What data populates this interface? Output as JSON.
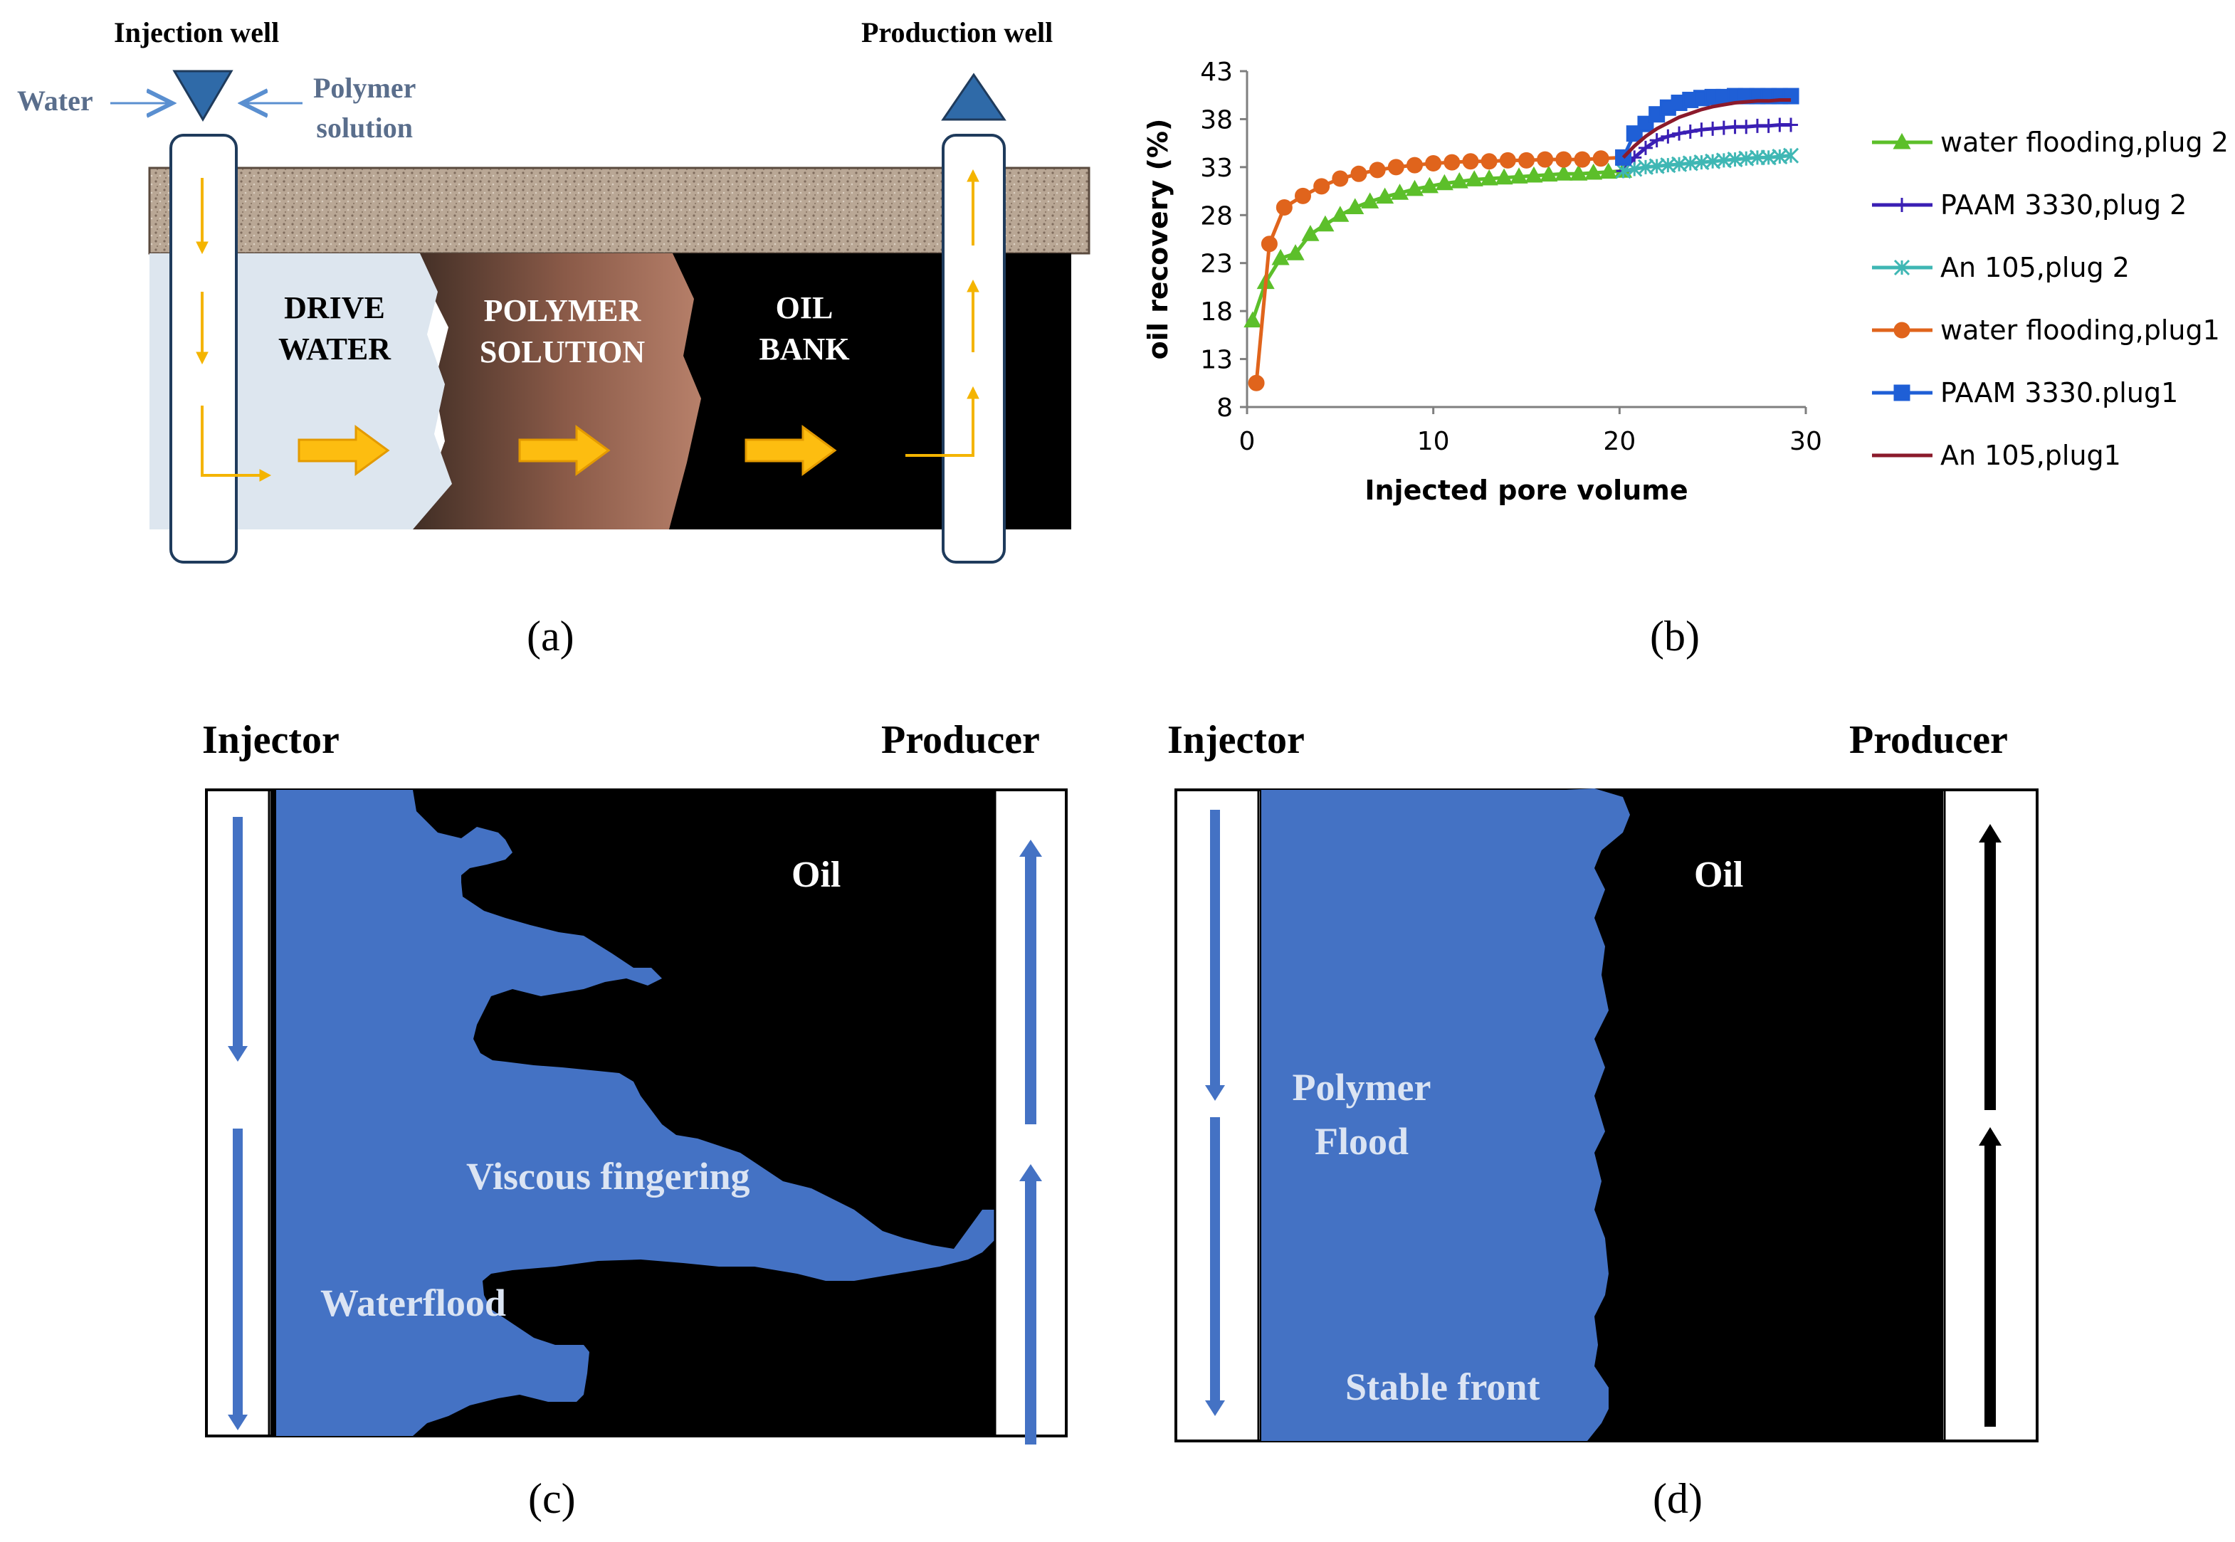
{
  "panel_a": {
    "injection_well": "Injection well",
    "production_well": "Production well",
    "water": "Water",
    "polymer_solution": "Polymer\nsolution",
    "zones": [
      "DRIVE\nWATER",
      "POLYMER\nSOLUTION",
      "OIL\nBANK"
    ],
    "caption": "(a)"
  },
  "panel_b": {
    "caption": "(b)",
    "colors": {
      "water_flooding_plug2": "#5cbf2a",
      "paam_plug2": "#3a1fb4",
      "an105_plug2": "#3fb7b4",
      "water_flooding_plug1": "#e0641c",
      "paam_plug1": "#1f5fd6",
      "an105_plug1": "#8b1a2b"
    }
  },
  "chart_data": {
    "type": "line",
    "xlabel": "Injected pore volume",
    "ylabel": "oil recovery (%)",
    "xlim": [
      0,
      30
    ],
    "ylim": [
      8,
      43
    ],
    "xticks": [
      0,
      10,
      20,
      30
    ],
    "yticks": [
      8,
      13,
      18,
      23,
      28,
      33,
      38,
      43
    ],
    "legend_position": "right",
    "series": [
      {
        "name": "water flooding,plug 2",
        "color": "#5cbf2a",
        "marker": "triangle",
        "x": [
          0.3,
          1.0,
          1.8,
          2.6,
          3.4,
          4.2,
          5.0,
          5.8,
          6.6,
          7.4,
          8.2,
          9.0,
          9.8,
          10.6,
          11.4,
          12.2,
          13.0,
          13.8,
          14.6,
          15.4,
          16.2,
          17.0,
          17.8,
          18.6,
          19.4,
          20.2
        ],
        "y": [
          17.0,
          21.0,
          23.5,
          24.0,
          26.0,
          27.0,
          28.0,
          28.8,
          29.4,
          29.9,
          30.3,
          30.7,
          31.0,
          31.3,
          31.5,
          31.7,
          31.8,
          31.9,
          32.0,
          32.1,
          32.2,
          32.3,
          32.3,
          32.4,
          32.5,
          32.6
        ]
      },
      {
        "name": "PAAM 3330,plug 2",
        "color": "#3a1fb4",
        "marker": "plus",
        "x": [
          20.2,
          20.8,
          21.4,
          22.0,
          22.6,
          23.2,
          23.8,
          24.4,
          25.0,
          25.6,
          26.2,
          26.8,
          27.4,
          28.0,
          28.6,
          29.2
        ],
        "y": [
          32.6,
          34.0,
          35.0,
          35.8,
          36.2,
          36.5,
          36.7,
          36.9,
          37.0,
          37.1,
          37.2,
          37.2,
          37.3,
          37.3,
          37.4,
          37.4
        ]
      },
      {
        "name": "An 105,plug 2",
        "color": "#3fb7b4",
        "marker": "star",
        "x": [
          20.2,
          20.8,
          21.4,
          22.0,
          22.6,
          23.2,
          23.8,
          24.4,
          25.0,
          25.6,
          26.2,
          26.8,
          27.4,
          28.0,
          28.6,
          29.2
        ],
        "y": [
          32.6,
          32.8,
          33.0,
          33.1,
          33.2,
          33.3,
          33.4,
          33.5,
          33.6,
          33.7,
          33.8,
          33.9,
          34.0,
          34.0,
          34.1,
          34.2
        ]
      },
      {
        "name": "water flooding,plug1",
        "color": "#e0641c",
        "marker": "circle",
        "x": [
          0.5,
          1.2,
          2.0,
          3.0,
          4.0,
          5.0,
          6.0,
          7.0,
          8.0,
          9.0,
          10.0,
          11.0,
          12.0,
          13.0,
          14.0,
          15.0,
          16.0,
          17.0,
          18.0,
          19.0,
          20.2
        ],
        "y": [
          10.5,
          25.0,
          28.8,
          30.0,
          31.0,
          31.8,
          32.3,
          32.7,
          33.0,
          33.2,
          33.4,
          33.5,
          33.6,
          33.6,
          33.7,
          33.7,
          33.8,
          33.8,
          33.8,
          33.9,
          34.0
        ]
      },
      {
        "name": "PAAM 3330.plug1",
        "color": "#1f5fd6",
        "marker": "square",
        "x": [
          20.2,
          20.8,
          21.4,
          22.0,
          22.6,
          23.2,
          23.8,
          24.4,
          25.0,
          25.6,
          26.2,
          26.8,
          27.4,
          28.0,
          28.6,
          29.2
        ],
        "y": [
          34.0,
          36.5,
          37.5,
          38.5,
          39.2,
          39.7,
          40.0,
          40.2,
          40.3,
          40.3,
          40.4,
          40.4,
          40.4,
          40.4,
          40.4,
          40.4
        ]
      },
      {
        "name": "An 105,plug1",
        "color": "#8b1a2b",
        "marker": "none",
        "x": [
          20.2,
          20.8,
          21.4,
          22.0,
          22.6,
          23.2,
          23.8,
          24.4,
          25.0,
          25.6,
          26.2,
          26.8,
          27.4,
          28.0,
          28.6,
          29.2
        ],
        "y": [
          34.0,
          35.2,
          36.2,
          37.0,
          37.6,
          38.2,
          38.6,
          39.0,
          39.3,
          39.5,
          39.7,
          39.8,
          39.9,
          39.9,
          40.0,
          40.0
        ]
      }
    ]
  },
  "panel_c": {
    "injector": "Injector",
    "producer": "Producer",
    "oil": "Oil",
    "viscous_fingering": "Viscous fingering",
    "waterflood": "Waterflood",
    "caption": "(c)"
  },
  "panel_d": {
    "injector": "Injector",
    "producer": "Producer",
    "oil": "Oil",
    "polymer_flood": "Polymer\nFlood",
    "stable_front": "Stable front",
    "caption": "(d)"
  }
}
